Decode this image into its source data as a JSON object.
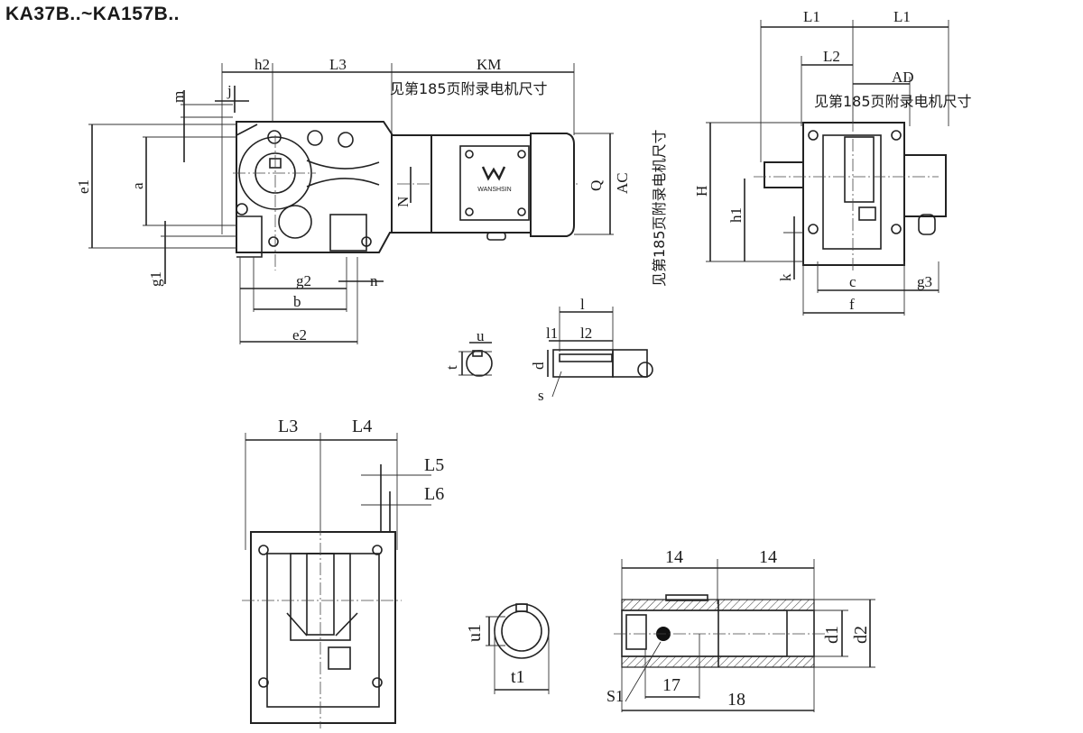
{
  "title": "KA37B..~KA157B..",
  "motor_note": "见第185页附录电机尺寸",
  "brand_mark": "WANSHSIN",
  "labels": {
    "h2": "h2",
    "L3": "L3",
    "KM": "KM",
    "m": "m",
    "j": "j",
    "e1": "e1",
    "a": "a",
    "N": "N",
    "Q": "Q",
    "AC": "AC",
    "g1": "g1",
    "g2": "g2",
    "n": "n",
    "b": "b",
    "e2": "e2",
    "L1": "L1",
    "L2": "L2",
    "AD": "AD",
    "H": "H",
    "h1": "h1",
    "k": "k",
    "c": "c",
    "g3": "g3",
    "f": "f",
    "l": "l",
    "l1": "l1",
    "l2": "l2",
    "u": "u",
    "t": "t",
    "d": "d",
    "s": "s",
    "L4": "L4",
    "L5": "L5",
    "L6": "L6",
    "u1": "u1",
    "t1": "t1",
    "14": "14",
    "d1": "d1",
    "d2": "d2",
    "S1": "S1",
    "17": "17",
    "18": "18"
  }
}
